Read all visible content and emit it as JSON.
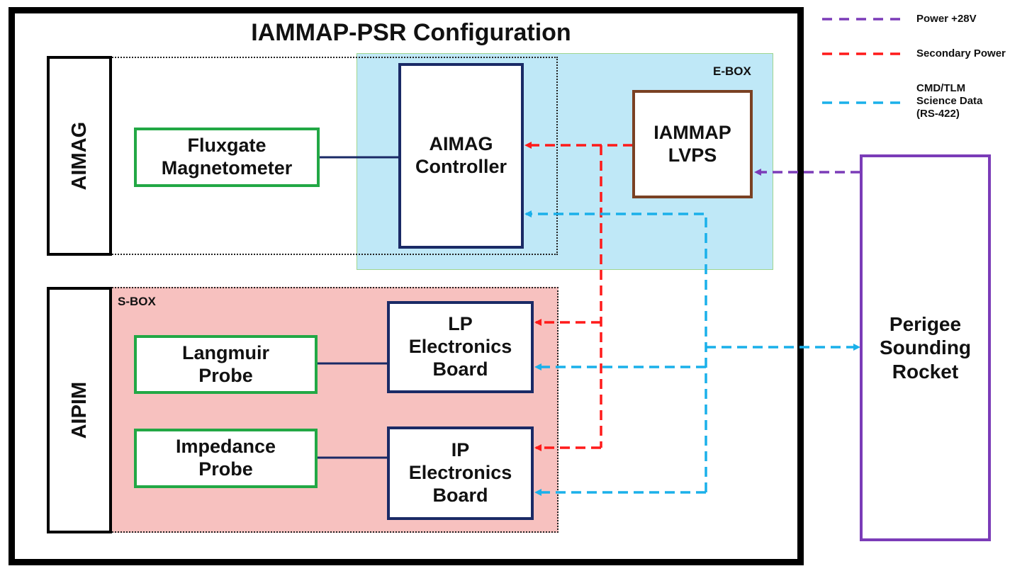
{
  "title": "IAMMAP-PSR Configuration",
  "subsystems": {
    "aimag": "AIMAG",
    "aipim": "AIPIM"
  },
  "boxes": {
    "ebox_label": "E-BOX",
    "sbox_label": "S-BOX"
  },
  "blocks": {
    "fluxgate": "Fluxgate\nMagnetometer",
    "aimag_controller": "AIMAG\nController",
    "lvps": "IAMMAP\nLVPS",
    "langmuir": "Langmuir\nProbe",
    "impedance": "Impedance\nProbe",
    "lp_board": "LP\nElectronics\nBoard",
    "ip_board": "IP\nElectronics\nBoard",
    "rocket": "Perigee\nSounding\nRocket"
  },
  "legend": [
    {
      "label": "Power +28V",
      "color": "#7b3cb8"
    },
    {
      "label": "Secondary Power",
      "color": "#ff1a1a"
    },
    {
      "label": "CMD/TLM\nScience Data\n(RS-422)",
      "color": "#1ab0ea"
    }
  ],
  "colors": {
    "power_28v": "#7b3cb8",
    "secondary_power": "#ff1a1a",
    "data": "#1ab0ea",
    "ebox_fill": "#bfe8f7",
    "sbox_fill": "#f7c1bf"
  }
}
